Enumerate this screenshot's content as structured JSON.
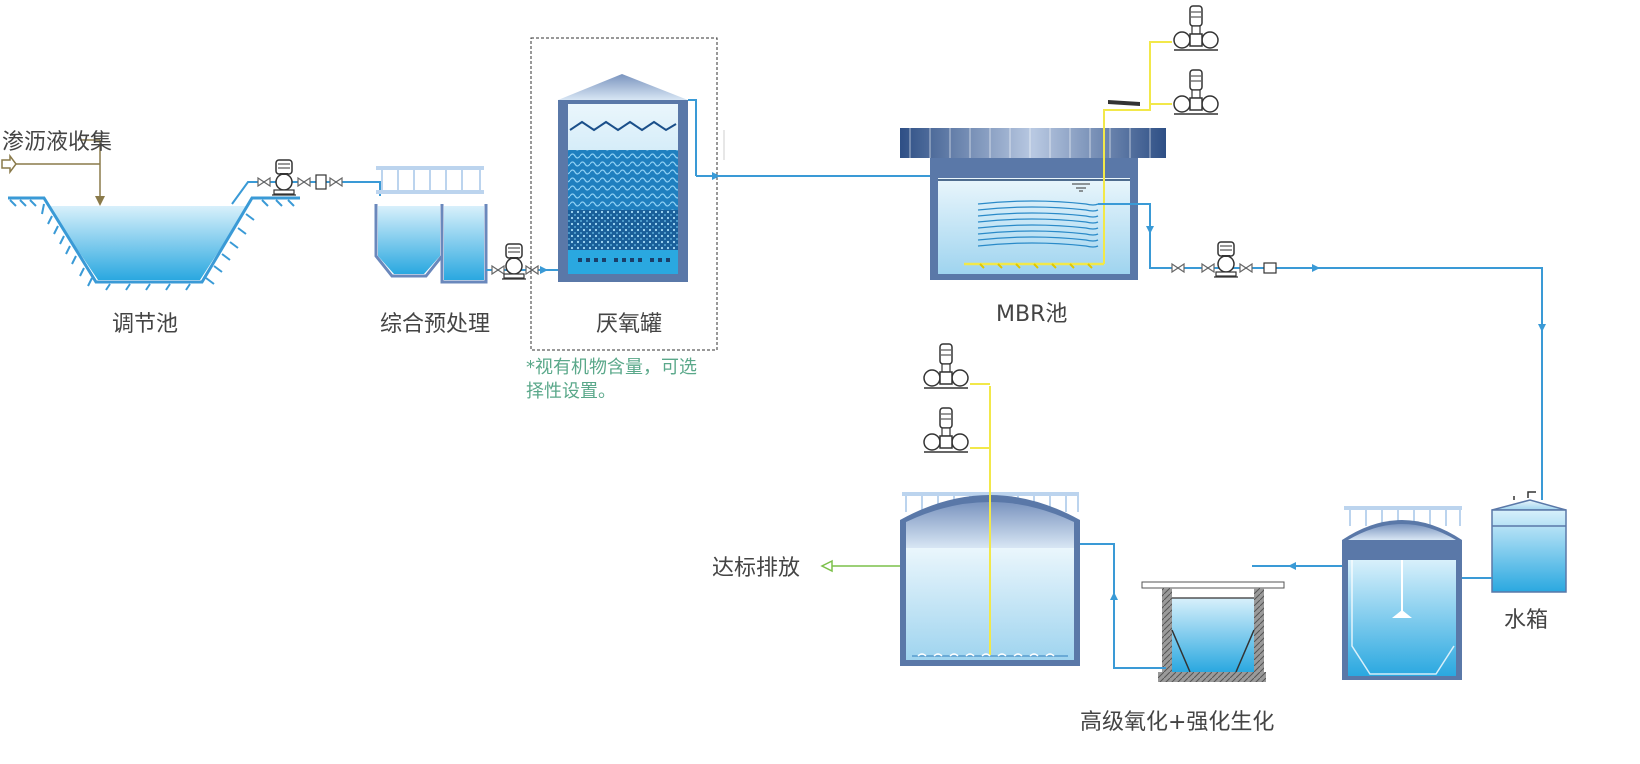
{
  "labels": {
    "leachate": "渗沥液收集",
    "equalization": "调节池",
    "pretreatment": "综合预处理",
    "anaerobic": "厌氧罐",
    "mbr": "MBR池",
    "note_line1": "*视有机物含量，可选",
    "note_line2": "择性设置。",
    "water_tank": "水箱",
    "discharge": "达标排放",
    "advanced": "高级氧化+强化生化"
  },
  "colors": {
    "pipe_blue": "#3a9ad6",
    "air_yellow": "#f2e84a",
    "tank_dark": "#5a78a8",
    "water_light": "#cfeaf8",
    "water_deep": "#2aa8e0",
    "inlet_olive": "#8a7a4a",
    "outlet_green": "#7cc04a",
    "note_green": "#5aa88a"
  }
}
